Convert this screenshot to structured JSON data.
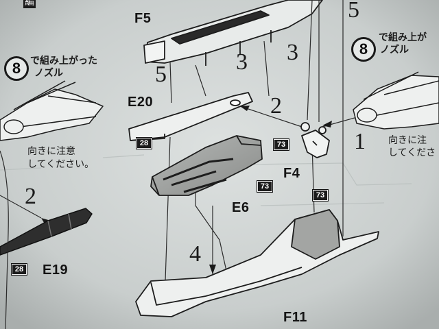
{
  "colors": {
    "paper": "#d2d7d6",
    "ink": "#1a1a1a",
    "part_fill": "#9a9c9a"
  },
  "labels": {
    "part_f5": "F5",
    "part_e20": "E20",
    "part_f4": "F4",
    "part_e6": "E6",
    "part_e19": "E19",
    "part_f11": "F11",
    "step_5_top": "5",
    "step_3_mid": "3",
    "step_5_mid": "5",
    "step_3_right": "3",
    "step_2_mid": "2",
    "step_1_right": "1",
    "step_2_left": "2",
    "step_4_bottom": "4",
    "badge_28_top": "28",
    "badge_73_f4": "73",
    "badge_73_e6": "73",
    "badge_73_f11": "73",
    "badge_28_bottom": "28"
  },
  "notes": {
    "left": {
      "circle": "8",
      "heading_line1": "で組み上がった",
      "heading_line2": "ノズル",
      "caution_line1": "向きに注意",
      "caution_line2": "してください。"
    },
    "right": {
      "circle": "8",
      "heading_line1": "で組み上が",
      "heading_line2": "ノズル",
      "caution_line1": "向きに注",
      "caution_line2": "してくださ"
    },
    "corner_fragment": "編"
  }
}
